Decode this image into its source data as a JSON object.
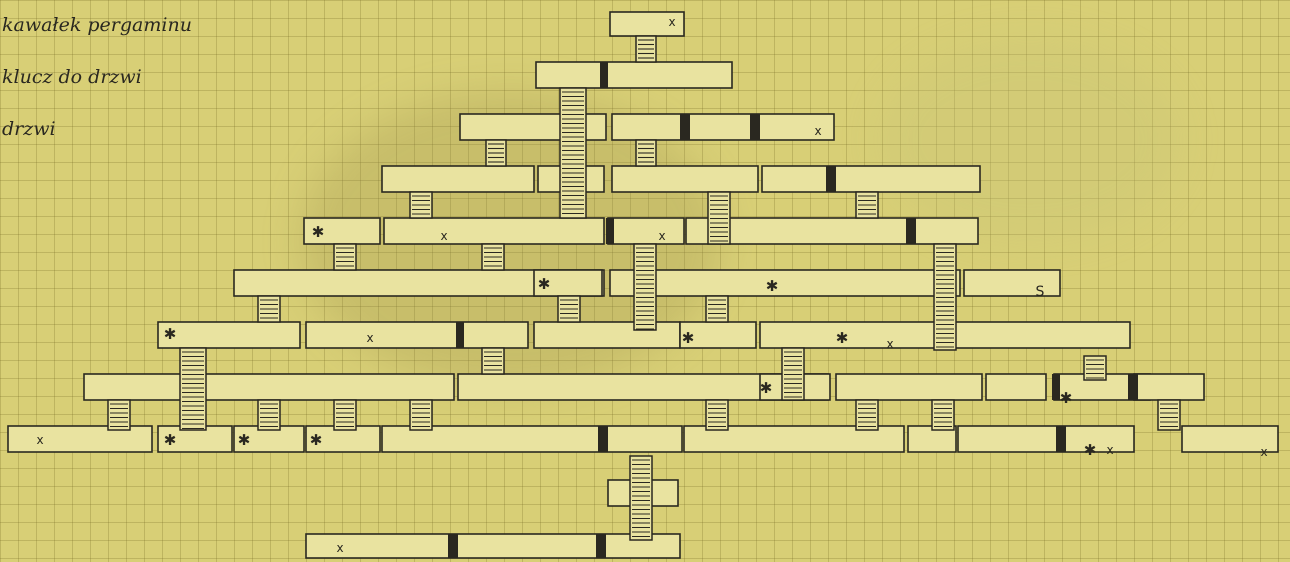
{
  "notes": [
    "kawałek pergaminu",
    "klucz do drzwi",
    "drzwi"
  ],
  "legend": {
    "item": "x",
    "creature": "✱",
    "exit": "S"
  },
  "colors": {
    "paper": "#d8cf76",
    "ink": "#2a2820"
  }
}
